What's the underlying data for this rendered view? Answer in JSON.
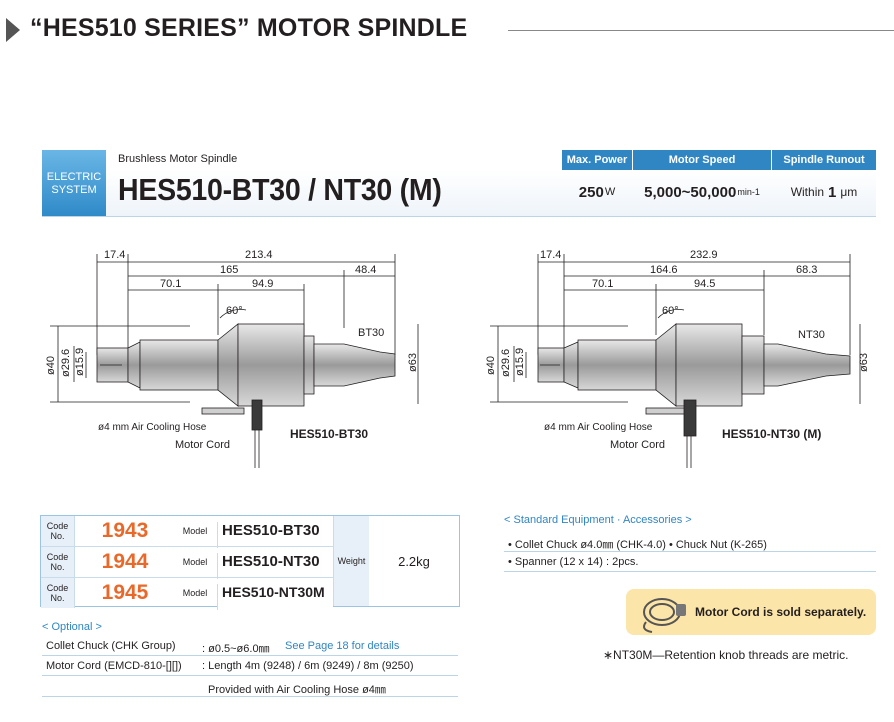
{
  "title": "“HES510 SERIES” MOTOR SPINDLE",
  "header": {
    "category_line1": "ELECTRIC",
    "category_line2": "SYSTEM",
    "subtitle": "Brushless Motor Spindle",
    "model": "HES510-BT30 / NT30 (M)",
    "specs": [
      {
        "label": "Max. Power",
        "value": "250",
        "unit": "W"
      },
      {
        "label": "Motor Speed",
        "value": "5,000~50,000",
        "unit": "min-1"
      },
      {
        "label": "Spindle Runout",
        "prefix": "Within",
        "value": "1",
        "unit": "μm"
      }
    ]
  },
  "drawings": {
    "bt30": {
      "caption": "HES510-BT30",
      "tag": "BT30",
      "dims": {
        "d1": "17.4",
        "d2": "213.4",
        "d3": "165",
        "d4": "48.4",
        "d5": "70.1",
        "d6": "94.9"
      },
      "angle": "60°",
      "diameters": {
        "a": "ø40",
        "b": "ø29.6",
        "c": "ø15.9",
        "d": "ø63"
      },
      "hose": "ø4 mm Air Cooling Hose",
      "cord": "Motor Cord"
    },
    "nt30": {
      "caption": "HES510-NT30 (M)",
      "tag": "NT30",
      "dims": {
        "d1": "17.4",
        "d2": "232.9",
        "d3": "164.6",
        "d4": "68.3",
        "d5": "70.1",
        "d6": "94.5"
      },
      "angle": "60°",
      "diameters": {
        "a": "ø40",
        "b": "ø29.6",
        "c": "ø15.9",
        "d": "ø63"
      },
      "hose": "ø4 mm Air Cooling Hose",
      "cord": "Motor Cord"
    }
  },
  "codes": {
    "code_label_line1": "Code",
    "code_label_line2": "No.",
    "model_label": "Model",
    "weight_label": "Weight",
    "weight": "2.2kg",
    "rows": [
      {
        "code": "1943",
        "model": "HES510-BT30"
      },
      {
        "code": "1944",
        "model": "HES510-NT30"
      },
      {
        "code": "1945",
        "model": "HES510-NT30M"
      }
    ]
  },
  "optional": {
    "title": "< Optional >",
    "rows": [
      {
        "name": "Collet Chuck (CHK Group)",
        "value": ": ø0.5~ø6.0㎜",
        "link": "See Page 18 for details"
      },
      {
        "name": "Motor Cord (EMCD-810-[][])",
        "value": ": Length 4m (9248) / 6m (9249) / 8m (9250)",
        "link": ""
      },
      {
        "name": "",
        "value": "Provided with Air Cooling Hose ø4㎜",
        "link": ""
      }
    ]
  },
  "standard": {
    "title": "< Standard Equipment · Accessories >",
    "rows": [
      "• Collet Chuck ø4.0㎜ (CHK-4.0)  • Chuck Nut (K-265)",
      "• Spanner (12 x 14) : 2pcs."
    ]
  },
  "notice": "Motor Cord is sold separately.",
  "footnote": "∗NT30M—Retention knob threads are metric.",
  "colors": {
    "accent_blue": "#2f86c3",
    "code_orange": "#e8692a",
    "notice_bg": "#fce5a8"
  }
}
